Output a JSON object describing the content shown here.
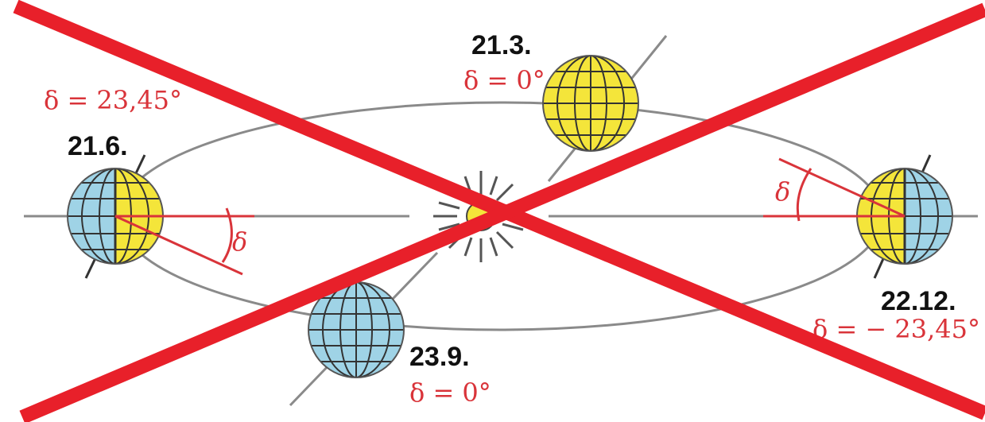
{
  "labels": {
    "date_jun": "21.6.",
    "date_mar": "21.3.",
    "date_dec": "22.12.",
    "date_sep": "23.9.",
    "decl_jun": "δ = 23,45°",
    "decl_mar": "δ = 0°",
    "decl_dec": "δ = − 23,45°",
    "decl_sep": "δ = 0°",
    "angle_left": "δ",
    "angle_right": "δ"
  },
  "colors": {
    "lit_side": "#f4e53a",
    "dark_side": "#9fd3e6",
    "grid": "#333333",
    "orbit": "#8a8a8a",
    "accent_red": "#d9343a",
    "cross": "#e8202a",
    "sun": "#f4e53a"
  },
  "icons": {
    "sun": "sun-icon",
    "earth": "globe-icon",
    "overlay": "cross-out-mark"
  }
}
